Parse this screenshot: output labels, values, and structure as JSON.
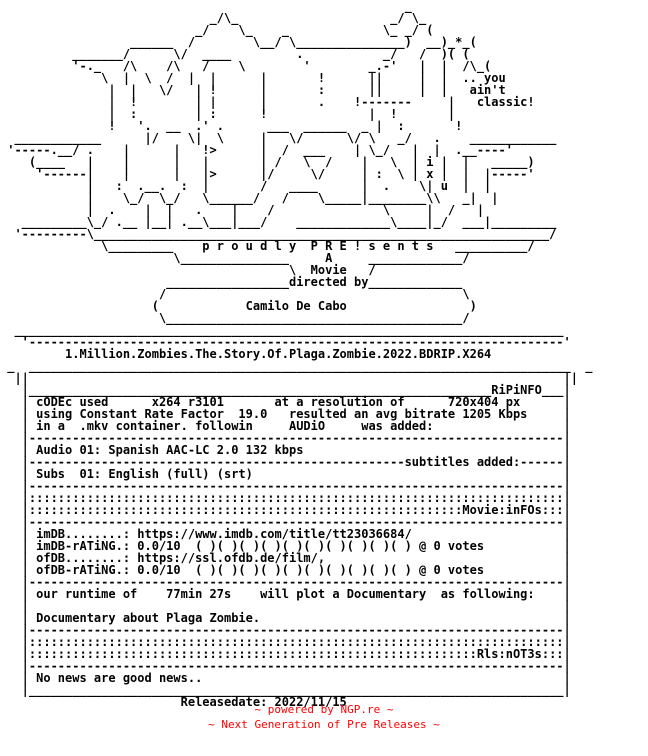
{
  "nfo_lines": [
    "                                                        _",
    "                             _/\\_                     _/ \\_",
    "                           _/    \\_    _             \\_ _/ (",
    "                  ______  /        \\__/ \\_______________)  __)_*_(",
    "          _______/      \\/  ____         .           _/   /  )( (",
    "          '-._   /\\    /\\   /    \\        '        _.-'   |  |  /\\_(",
    "              \\  |  \\  /  |  |      |       !      ||     |  |  .. you",
    "               |  |   \\/   | !      |       :      ||     |  |   ain't",
    "               |  !        | |      |       .    !-------     |   classic!",
    "               |  :        | :      !              |  !       |",
    "               !   '.  __  .' .      ___  ______  _ |  :       !",
    "  ____________      |/    \\|  \\     |   \\/      \\/ \\   _/   .    ____________",
    " '-----.__/ .    |      |   !>      |  /  ___    | \\_/   |  |  .__----'",
    "    (____   |    |      |   |       | /   \\  /    |   \\  | i |  |   _____)",
    "     '------|    |      |   |>      |/     \\/     | :  \\ | x |  |  |-----'",
    "            |   :  .__.  :  |       /   ____      |  .    \\| u  |  |",
    "            |    \\_/  \\_/   \\______/   /    \\_____|________\\\\   _|  |",
    "            |  .    |  |   .    |    /               \\     |  /   |",
    "   _________\\_/ .__ |__| .__\\___|___/    _____________\\____|_/  ___|_________",
    "  '---------\\_______________________________________________________________/",
    "              \\_________    p r o u d l y  P R E ! s e n t s   __________/",
    "                        \\_______________     A     _____________/",
    "                                        \\  Movie   /",
    "                       _________________directed by_____________",
    "                      /                                         \\",
    "                     (            Camilo De Cabo                 )",
    "                      \\_________________________________________/",
    "  ____________________________________________________________________________",
    "   '--------------------------------------------------------------------------'",
    "         1.Million.Zombies.The.Story.Of.Plaga.Zombie.2022.BDRIP.X264",
    " _  ___________________________________________________________________________  _",
    "  ||                                                                          ||",
    "   |________________________________________________________________RiPiNFO___|",
    "   | cODEc used      x264 r3101       at a resolution of      720x404 px      |",
    "   | using Constant Rate Factor  19.0   resulted an avg bitrate 1205 Kbps     |",
    "   | in a  .mkv container. followin     AUDiO     was added:                  |",
    "   |--------------------------------------------------------------------------|",
    "   | Audio 01: Spanish AAC-LC 2.0 132 kbps                                    |",
    "   |----------------------------------------------------subtitles added:------|",
    "   | Subs  01: English (full) (srt)                                           |",
    "   |--------------------------------------------------------------------------|",
    "   |::::::::::::::::::::::::::::::::::::::::::::::::::::::::::::::::::::::::::|",
    "   |::::::::::::::::::::::::::::::::::::::::::::::::::::::::::::Movie:inFOs:::|",
    "   |--------------------------------------------------------------------------|",
    "   | imDB........: https://www.imdb.com/title/tt23036684/                     |",
    "   | imDB-rATiNG.: 0.0/10  ( )( )( )( )( )( )( )( )( )( ) @ 0 votes           |",
    "   | ofDB........: https://ssl.ofdb.de/film/,                                 |",
    "   | ofDB-rATiNG.: 0.0/10  ( )( )( )( )( )( )( )( )( )( ) @ 0 votes           |",
    "   |--------------------------------------------------------------------------|",
    "   | our runtime of    77min 27s    will plot a Documentary  as following:    |",
    "   |                                                                          |",
    "   | Documentary about Plaga Zombie.                                          |",
    "   |--------------------------------------------------------------------------|",
    "   |::::::::::::::::::::::::::::::::::::::::::::::::::::::::::::::::::::::::::|",
    "   |::::::::::::::::::::::::::::::::::::::::::::::::::::::::::::::Rls:nOT3s:::|",
    "   |--------------------------------------------------------------------------|",
    "   | No news are good news..                                                  |",
    "   |__________________________________________________________________________|",
    "                         Releasedate: 2022/11/15"
  ],
  "footer": {
    "line1": "~ powered by NGP.re ~",
    "line2": "~ Next Generation of Pre Releases ~"
  }
}
